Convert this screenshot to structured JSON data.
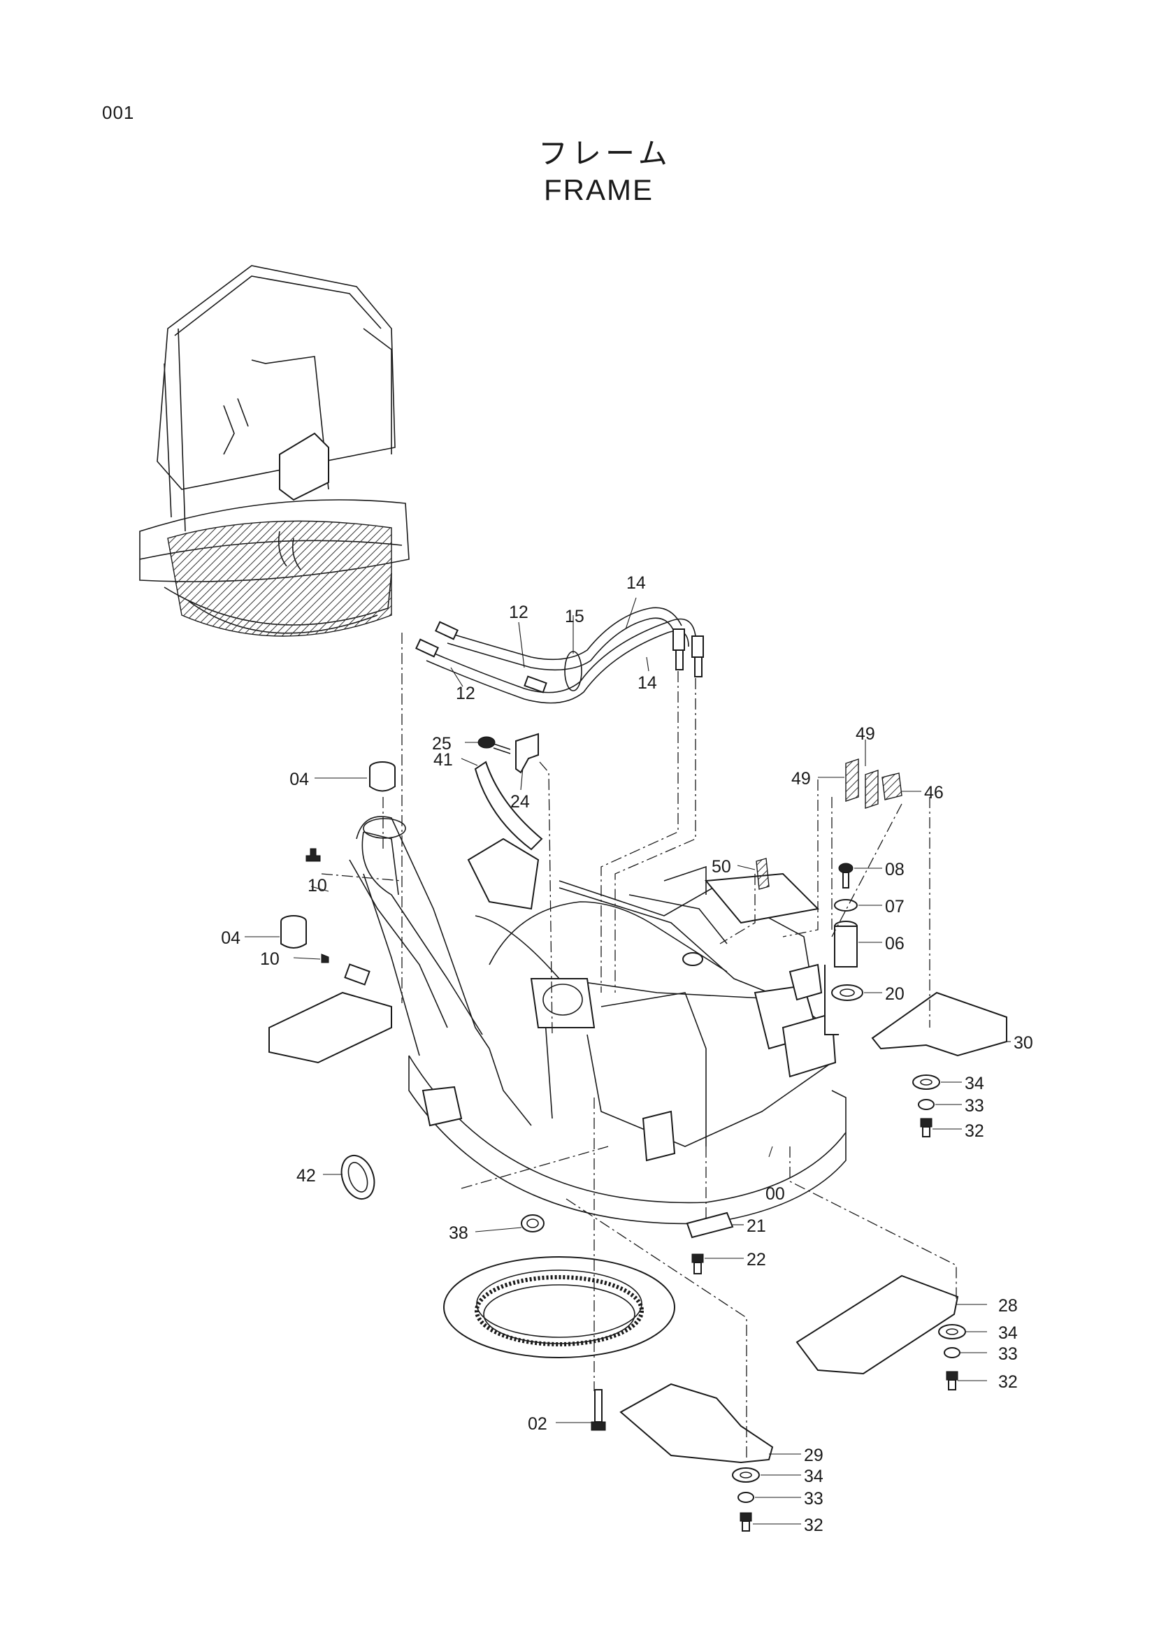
{
  "page_number": "001",
  "title_jp": "フレーム",
  "title_en": "FRAME",
  "callouts": {
    "c00": "00",
    "c02": "02",
    "c04a": "04",
    "c04b": "04",
    "c06": "06",
    "c07": "07",
    "c08": "08",
    "c10a": "10",
    "c10b": "10",
    "c12a": "12",
    "c12b": "12",
    "c14a": "14",
    "c14b": "14",
    "c15": "15",
    "c20": "20",
    "c21": "21",
    "c22": "22",
    "c24": "24",
    "c25": "25",
    "c28": "28",
    "c29": "29",
    "c30": "30",
    "c32a": "32",
    "c32b": "32",
    "c32c": "32",
    "c33a": "33",
    "c33b": "33",
    "c33c": "33",
    "c34a": "34",
    "c34b": "34",
    "c34c": "34",
    "c38": "38",
    "c41": "41",
    "c42": "42",
    "c46": "46",
    "c49a": "49",
    "c49b": "49",
    "c50": "50"
  }
}
